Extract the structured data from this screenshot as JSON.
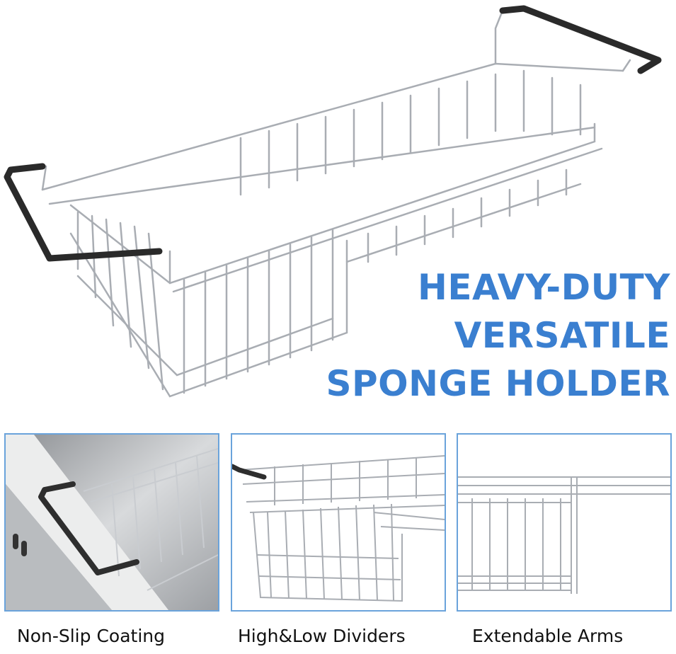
{
  "headline": {
    "lines": [
      "HEAVY-DUTY",
      "VERSATILE",
      "SPONGE HOLDER"
    ],
    "color": "#3a7fd0"
  },
  "features": [
    {
      "label": "Non-Slip Coating"
    },
    {
      "label": "High&Low Dividers"
    },
    {
      "label": "Extendable Arms"
    }
  ],
  "colors": {
    "panel_border": "#6aa3db",
    "caption_text": "#111111",
    "wire": "#a9adb3",
    "grip": "#2a2a2a"
  }
}
